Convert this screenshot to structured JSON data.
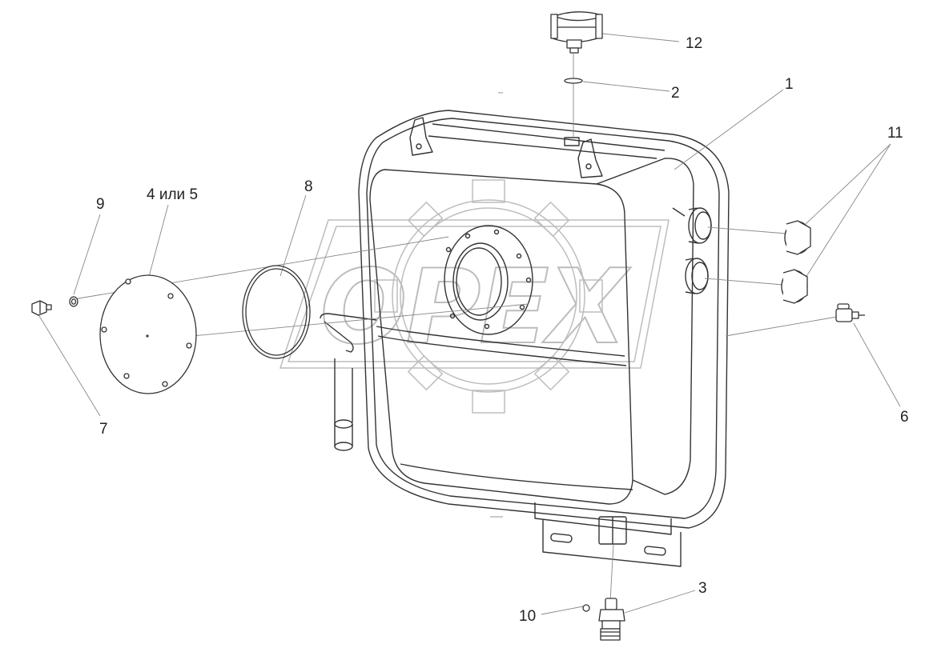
{
  "callouts": {
    "c1": "1",
    "c2": "2",
    "c3": "3",
    "c4": "4 или 5",
    "c6": "6",
    "c7": "7",
    "c8": "8",
    "c9": "9",
    "c10": "10",
    "c11": "11",
    "c12": "12"
  },
  "watermark": {
    "text": "OPEX"
  },
  "colors": {
    "line": "#333333",
    "leader": "#888888",
    "watermark": "#bdbdbd",
    "text": "#222222"
  }
}
